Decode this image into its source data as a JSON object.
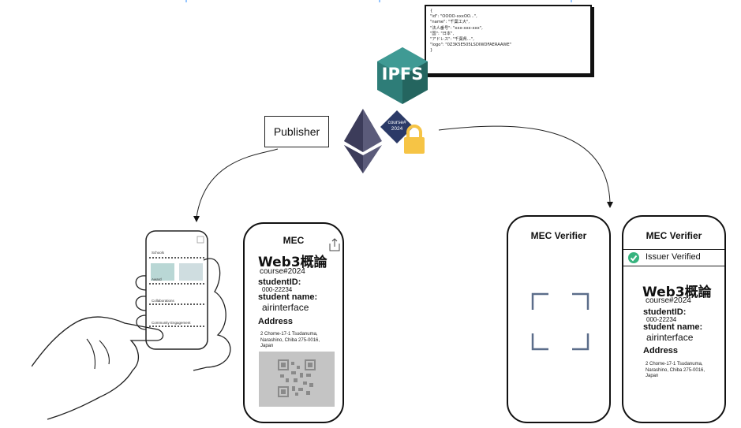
{
  "json_note": {
    "lines": [
      "{",
      "\"id\": \"OOOO-xxxOO...\",",
      "\"name\": \"千葉工大\",",
      "\"法人番号\": \"xxx-xxx-xxx\",",
      "\"国\": \"日本\",",
      "\"アドレス\": \"千葉県...\",",
      "\"logo\": \"0Z3K5E505LSDIWDFAERAAWE\"",
      "}"
    ]
  },
  "ipfs_label": "IPFS",
  "token_badge": {
    "line1": "course#",
    "line2": "2024"
  },
  "publisher_label": "Publisher",
  "left_phone_menu": [
    "Schools",
    "Award",
    "Collaborations",
    "Community Engagement"
  ],
  "credential_phone": {
    "header": "MEC",
    "title": "Web3概論",
    "course": "course#2024",
    "student_id_label": "studentID:",
    "student_id": "000-22234",
    "student_name_label": "student name:",
    "student_name": "airinterface",
    "address_label": "Address",
    "address_lines": [
      "2 Chome-17-1 Tsudanuma,",
      "Narashino, Chiba 275-0016,",
      "Japan"
    ]
  },
  "verifier_scan_phone": {
    "header": "MEC Verifier"
  },
  "verifier_result_phone": {
    "header": "MEC Verifier",
    "status": "Issuer Verified",
    "title": "Web3概論",
    "course": "course#2024",
    "student_id_label": "studentID:",
    "student_id": "000-22234",
    "student_name_label": "student name:",
    "student_name": "airinterface",
    "address_label": "Address",
    "address_lines": [
      "2 Chome-17-1 Tsudanuma,",
      "Narashino, Chiba 275-0016,",
      "Japan"
    ]
  },
  "colors": {
    "ipfs_teal": "#2e7d78",
    "eth_dark": "#3c3c5a",
    "badge_navy": "#2b3a67",
    "lock_yellow": "#f6c445",
    "verified_green": "#36b37e",
    "top_line_blue": "#2d8cff"
  }
}
